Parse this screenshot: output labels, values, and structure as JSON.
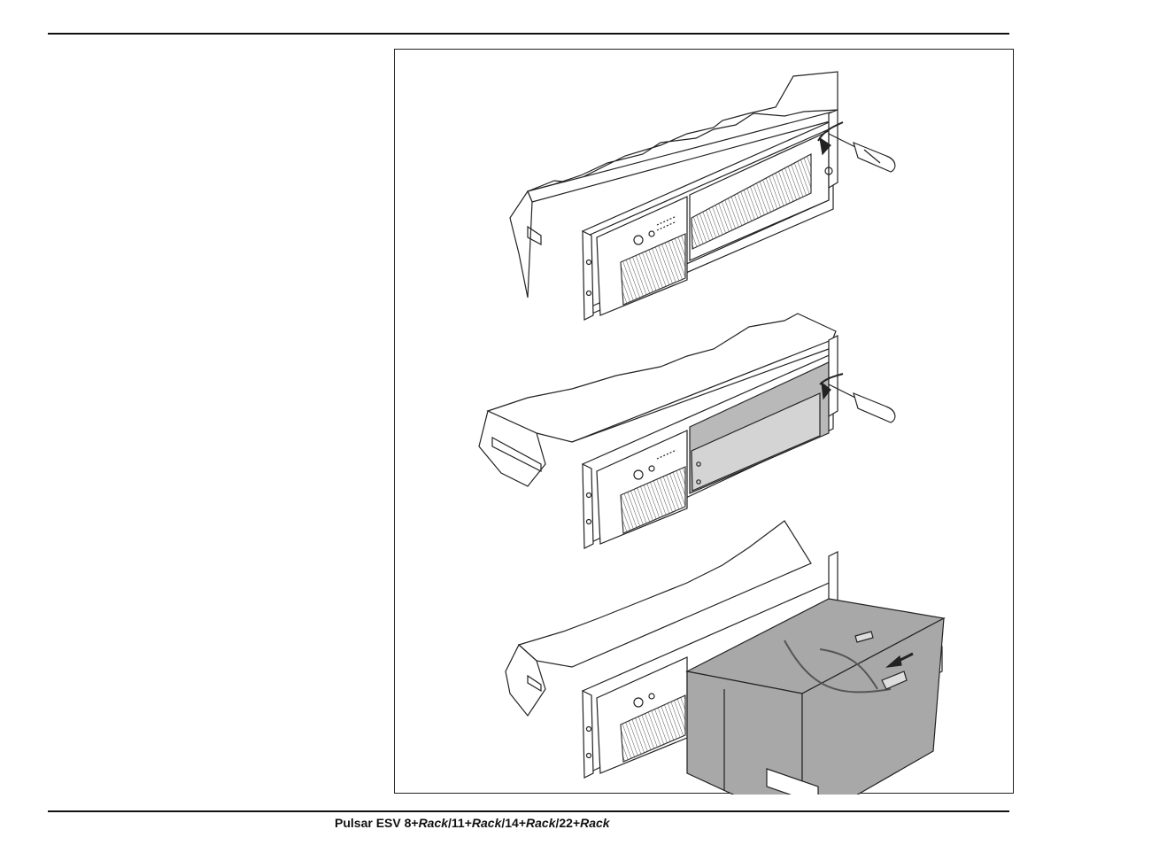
{
  "footer": {
    "product_prefix": "Pulsar ESV 8+",
    "parts": [
      {
        "text": "Rack",
        "italic": true
      },
      {
        "text": "/11+",
        "italic": false
      },
      {
        "text": "Rack",
        "italic": true
      },
      {
        "text": "/14+",
        "italic": false
      },
      {
        "text": "Rack",
        "italic": true
      },
      {
        "text": "/22+",
        "italic": false
      },
      {
        "text": "Rack",
        "italic": true
      }
    ]
  },
  "figure": {
    "steps": [
      {
        "name": "unscrew-front-panel",
        "icons": [
          "screwdriver-icon",
          "rotation-arrow-icon"
        ]
      },
      {
        "name": "unscrew-battery-cover",
        "icons": [
          "screwdriver-icon",
          "rotation-arrow-icon"
        ]
      },
      {
        "name": "slide-out-battery",
        "icons": [
          "pull-arrow-icon"
        ]
      }
    ],
    "colors": {
      "line": "#222222",
      "battery_fill": "#a8a8a8",
      "cover_fill": "#b9b9b9"
    }
  }
}
